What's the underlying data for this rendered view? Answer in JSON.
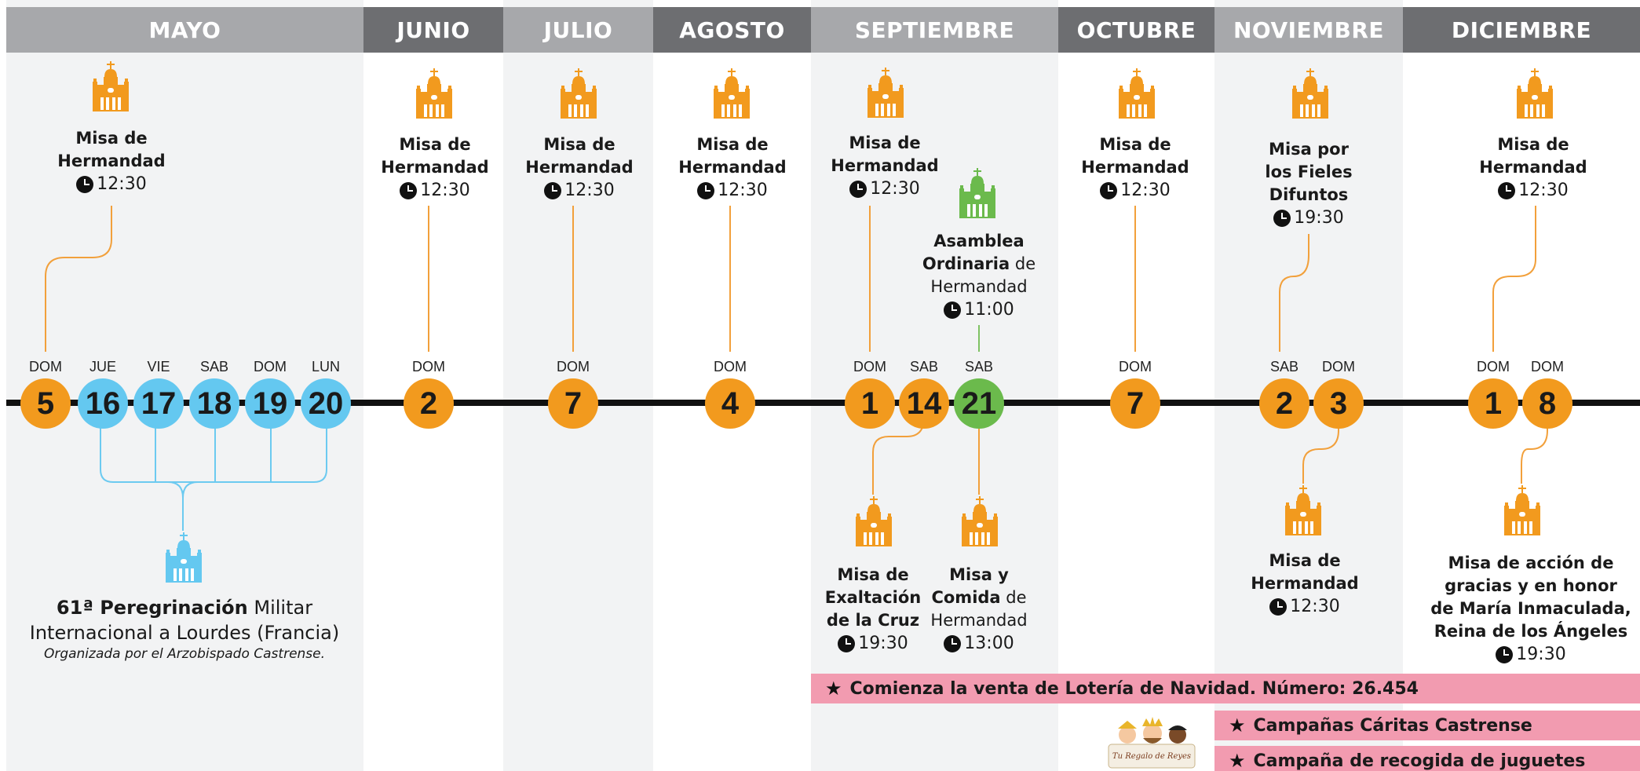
{
  "months": {
    "mayo": "MAYO",
    "junio": "JUNIO",
    "julio": "JULIO",
    "agosto": "AGOSTO",
    "septiembre": "SEPTIEMBRE",
    "octubre": "OCTUBRE",
    "noviembre": "NOVIEMBRE",
    "diciembre": "DICIEMBRE"
  },
  "days": {
    "may5": {
      "dow": "DOM",
      "num": "5"
    },
    "may16": {
      "dow": "JUE",
      "num": "16"
    },
    "may17": {
      "dow": "VIE",
      "num": "17"
    },
    "may18": {
      "dow": "SAB",
      "num": "18"
    },
    "may19": {
      "dow": "DOM",
      "num": "19"
    },
    "may20": {
      "dow": "LUN",
      "num": "20"
    },
    "jun2": {
      "dow": "DOM",
      "num": "2"
    },
    "jul7": {
      "dow": "DOM",
      "num": "7"
    },
    "ago4": {
      "dow": "DOM",
      "num": "4"
    },
    "sep1": {
      "dow": "DOM",
      "num": "1"
    },
    "sep14": {
      "dow": "SAB",
      "num": "14"
    },
    "sep21": {
      "dow": "SAB",
      "num": "21"
    },
    "oct7": {
      "dow": "DOM",
      "num": "7"
    },
    "nov2": {
      "dow": "SAB",
      "num": "2"
    },
    "nov3": {
      "dow": "DOM",
      "num": "3"
    },
    "dic1": {
      "dow": "DOM",
      "num": "1"
    },
    "dic8": {
      "dow": "DOM",
      "num": "8"
    }
  },
  "events": {
    "misa_de": "Misa de",
    "hermandad": "Hermandad",
    "t1230": "12:30",
    "t1930": "19:30",
    "t1100": "11:00",
    "t1300": "13:00",
    "misa_por": "Misa por",
    "los_fieles": "los Fieles",
    "difuntos": "Difuntos",
    "asamblea": "Asamblea",
    "ordinaria": "Ordinaria",
    "de": "de",
    "exaltacion": "Exaltación",
    "de_la_cruz": "de la Cruz",
    "misa_y": "Misa y",
    "comida": "Comida",
    "accion1": "Misa de acción de",
    "accion2": "gracias y en honor",
    "accion3": "de María Inmaculada,",
    "accion4": "Reina de los Ángeles",
    "pereg_bold": "61ª Peregrinación",
    "pereg_rest": " Militar",
    "pereg_line2": "Internacional a Lourdes (Francia)",
    "pereg_line3": "Organizada por el Arzobispado Castrense."
  },
  "banners": {
    "loteria": "Comienza la venta de Lotería de Navidad. Número: 26.454",
    "caritas": "Campañas Cáritas Castrense",
    "juguetes": "Campaña de recogida de juguetes"
  },
  "logo": {
    "text": "Tu Regalo de Reyes"
  },
  "colors": {
    "orange": "#f29a1e",
    "blue": "#64c8f0",
    "green": "#6bba4c",
    "pink": "#f29bb0",
    "header_light": "#a7a8ab",
    "header_dark": "#6d6e71"
  }
}
